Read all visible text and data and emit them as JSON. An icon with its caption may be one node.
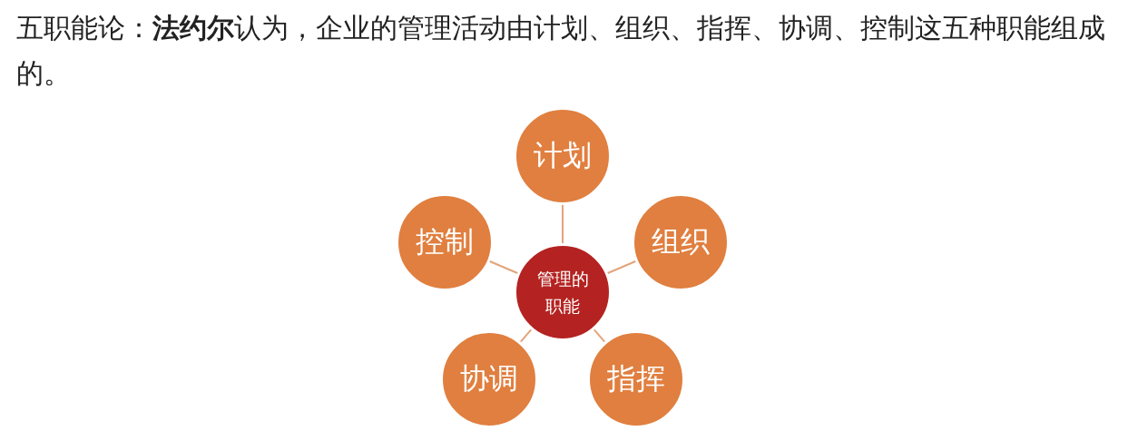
{
  "diagram": {
    "title": "五职能论：**法约尔**认为，企业的管理活动由计划、组织、指挥、协调、控制这五种职能组成的。",
    "nodes": [
      {
        "text": [
          "管理的职能"
        ]
      },
      {
        "text": [
          "计划"
        ]
      },
      {
        "text": [
          "组织"
        ]
      },
      {
        "text": [
          "指挥"
        ]
      },
      {
        "text": [
          "协调"
        ]
      },
      {
        "text": [
          "控制"
        ]
      }
    ],
    "edges": [
      {
        "from": 0,
        "to": 1,
        "arrow": "none"
      },
      {
        "from": 0,
        "to": 2,
        "arrow": "none"
      },
      {
        "from": 0,
        "to": 3,
        "arrow": "none"
      },
      {
        "from": 0,
        "to": 4,
        "arrow": "none"
      },
      {
        "from": 0,
        "to": 5,
        "arrow": "none"
      }
    ]
  }
}
